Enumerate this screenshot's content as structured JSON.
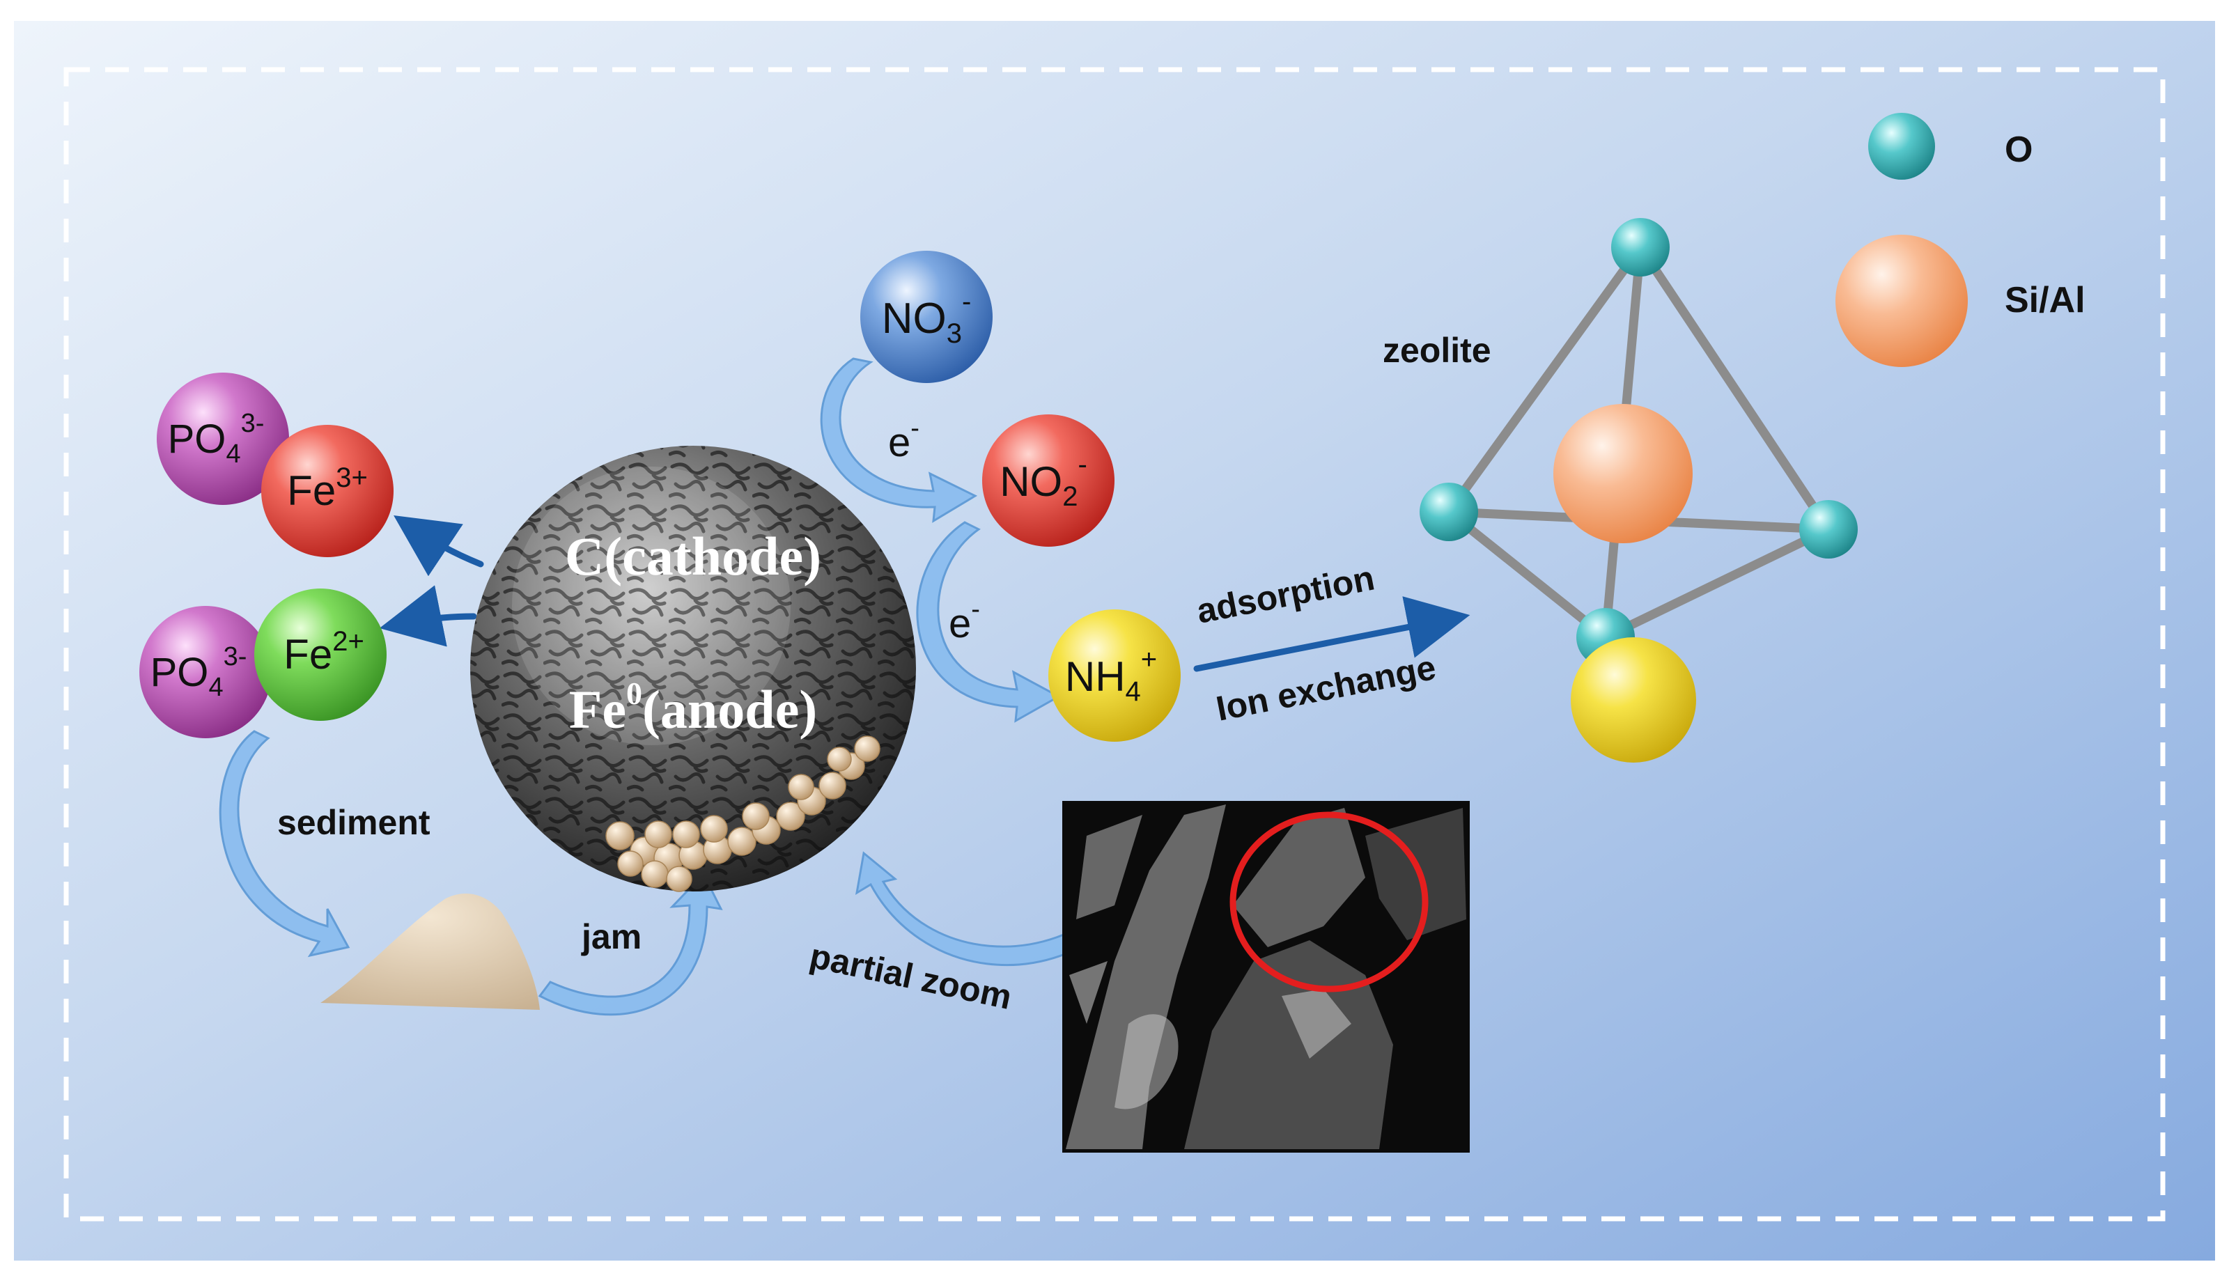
{
  "ions": {
    "no3": {
      "label": "NO",
      "sub": "3",
      "sup": "-"
    },
    "no2": {
      "label": "NO",
      "sub": "2",
      "sup": "-"
    },
    "nh4": {
      "label": "NH",
      "sub": "4",
      "sup": "+"
    },
    "fe3": {
      "label": "Fe",
      "sup": "3+"
    },
    "fe2": {
      "label": "Fe",
      "sup": "2+"
    },
    "po4_top": {
      "label": "PO",
      "sub": "4",
      "sup": "3-"
    },
    "po4_bottom": {
      "label": "PO",
      "sub": "4",
      "sup": "3-"
    }
  },
  "electrons": {
    "e1": {
      "label": "e",
      "sup": "-"
    },
    "e2": {
      "label": "e",
      "sup": "-"
    }
  },
  "core": {
    "cathode": "C(cathode)",
    "anode_prefix": "Fe",
    "anode_sup": "0",
    "anode_suffix": "(anode)"
  },
  "labels": {
    "sediment": "sediment",
    "jam": "jam",
    "partial_zoom": "partial zoom",
    "adsorption": "adsorption",
    "ion_exchange": "Ion exchange",
    "zeolite": "zeolite"
  },
  "legend": {
    "o": "O",
    "sial": "Si/Al"
  },
  "colors": {
    "background_light": "#eaf1fa",
    "background_dark": "#8fb0e2",
    "arrow_blue": "#1c5da8",
    "curved_arrow": "#86b8ea",
    "no3": "#4a86cf",
    "no2": "#ee4a44",
    "nh4": "#f2dc2e",
    "fe3": "#ee5a5a",
    "fe2": "#6ccf48",
    "po4": "#c65fc0",
    "oxygen": "#46c2c4",
    "sial": "#f7a37a",
    "zoom_circle": "#e41e1e"
  }
}
